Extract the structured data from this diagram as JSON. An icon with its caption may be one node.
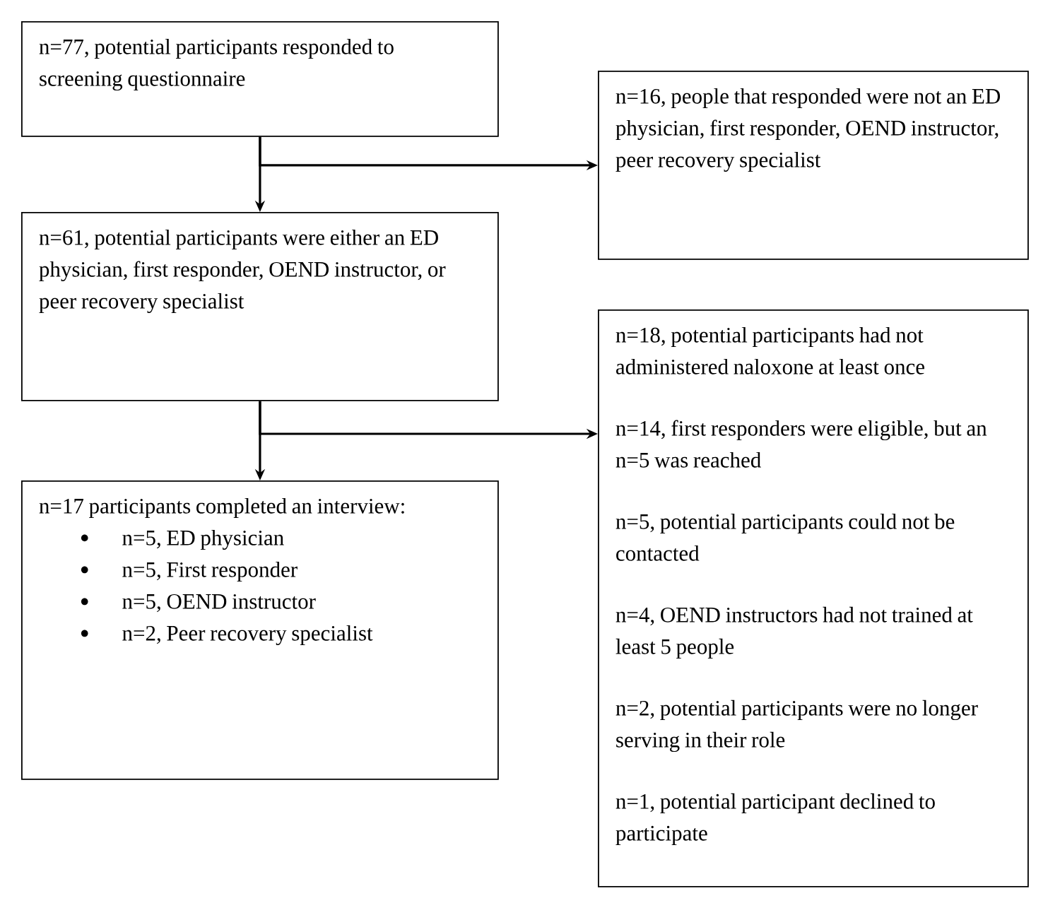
{
  "diagram": {
    "nodes": [
      {
        "text": [
          "n=77, potential participants responded to screening questionnaire"
        ]
      },
      {
        "text": [
          "n=16, people that responded were not an ED physician, first responder, OEND instructor, peer recovery specialist"
        ]
      },
      {
        "text": [
          "n=61, potential participants were either an ED physician, first responder, OEND instructor, or peer recovery specialist"
        ]
      },
      {
        "text": [
          "n=18, potential participants had not administered naloxone at least once",
          "n=14, first responders were eligible, but an n=5 was reached",
          "n=5, potential participants could not be contacted",
          "n=4, OEND instructors had not trained at least 5 people",
          "n=2, potential participants were no longer serving in their role",
          "n=1, potential participant declined to participate"
        ]
      },
      {
        "text": [
          "n=17 participants completed an interview:",
          "n=5, ED physician",
          "n=5, First responder",
          "n=5, OEND instructor",
          "n=2, Peer recovery specialist"
        ]
      }
    ],
    "edges": [
      {
        "from": 0,
        "to": 2,
        "arrow": "to"
      },
      {
        "from": 0,
        "to": 1,
        "arrow": "to"
      },
      {
        "from": 2,
        "to": 4,
        "arrow": "to"
      },
      {
        "from": 2,
        "to": 3,
        "arrow": "to"
      }
    ]
  }
}
